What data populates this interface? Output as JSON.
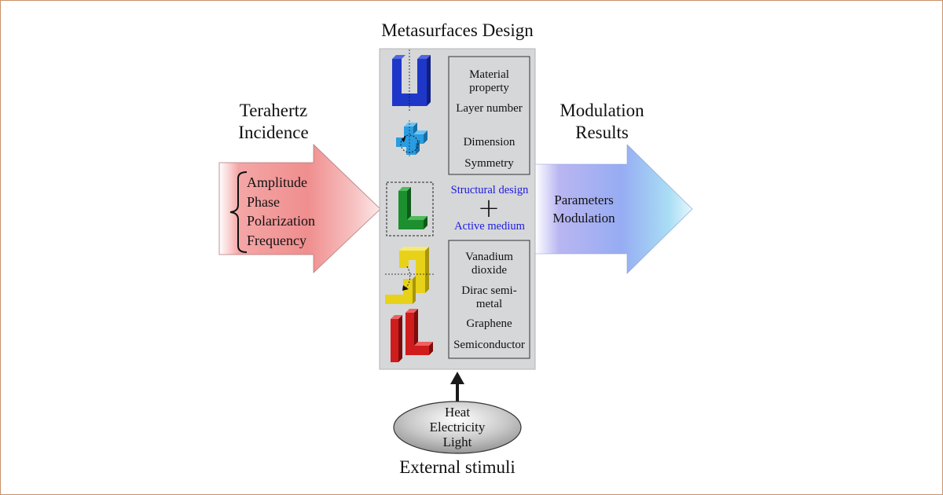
{
  "titles": {
    "design": "Metasurfaces Design",
    "incidence": [
      "Terahertz",
      "Incidence"
    ],
    "results": [
      "Modulation",
      "Results"
    ],
    "external": "External stimuli"
  },
  "incidence_params": [
    "Amplitude",
    "Phase",
    "Polarization",
    "Frequency"
  ],
  "structure_box": [
    "Material property",
    "Layer number",
    "Dimension",
    "Symmetry"
  ],
  "medium_box": [
    "Vanadium dioxide",
    "Dirac semi-metal",
    "Graphene",
    "Semiconductor"
  ],
  "design_labels": {
    "structural": "Structural design",
    "plus": "+",
    "active": "Active medium"
  },
  "results_text": [
    "Parameters",
    "Modulation"
  ],
  "stimuli": [
    "Heat",
    "Electricity",
    "Light"
  ],
  "colors": {
    "panel": "#d6d7d9",
    "left_arrow": "#ee8a8a",
    "right_arrow": "#8fb0f2",
    "design_label": "#1a1ae0",
    "u_shape": "#1f37c8",
    "cross_shape": "#2a9ce0",
    "l_green": "#1c8f2e",
    "z_yellow": "#e8d219",
    "l_red": "#d01c1c",
    "frame": "#c9906a"
  },
  "icons": [
    "u-shape-resonator-icon",
    "cross-shape-resonator-icon",
    "l-shape-resonator-icon",
    "z-shape-resonator-icon",
    "double-l-resonator-icon"
  ]
}
